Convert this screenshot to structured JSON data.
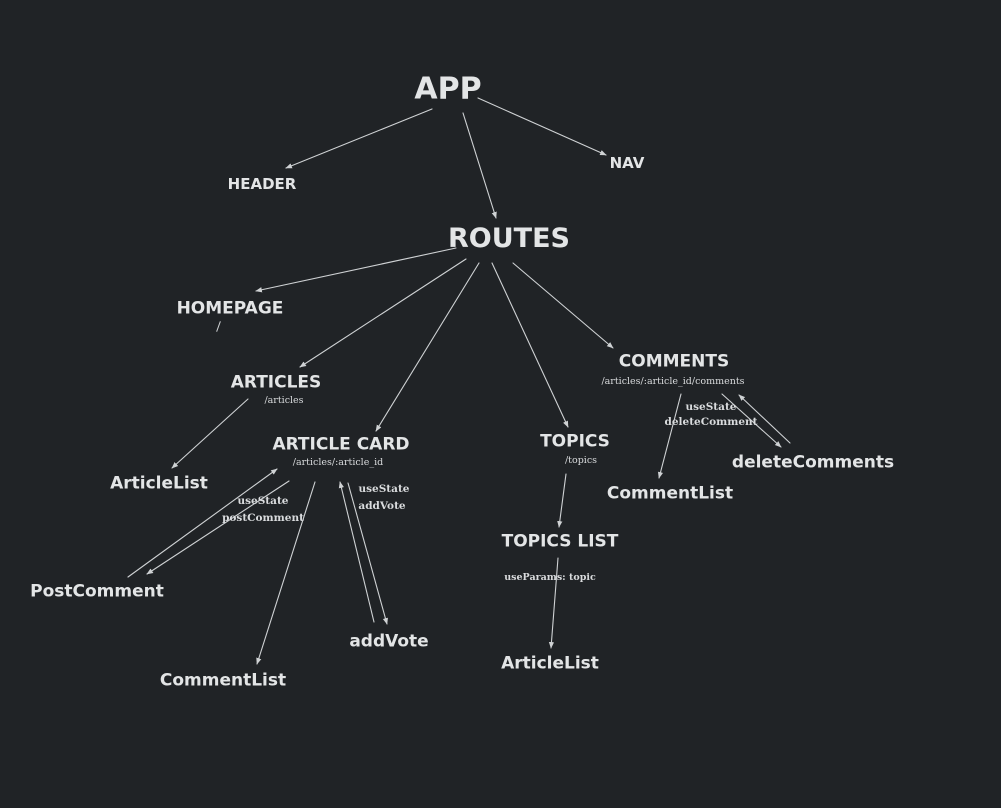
{
  "nodes": {
    "app": "APP",
    "header": "HEADER",
    "nav": "NAV",
    "routes": "ROUTES",
    "homepage": "HOMEPAGE",
    "articles": "ARTICLES",
    "articles_path": "/articles",
    "article_card": "ARTICLE CARD",
    "article_card_path": "/articles/:article_id",
    "topics": "TOPICS",
    "topics_path": "/topics",
    "comments": "COMMENTS",
    "comments_path": "/articles/:article_id/comments",
    "article_list_1": "ArticleList",
    "post_comment": "PostComment",
    "comment_list_1": "CommentList",
    "add_vote": "addVote",
    "topics_list": "TOPICS LIST",
    "article_list_2": "ArticleList",
    "comment_list_2": "CommentList",
    "delete_comments": "deleteComments"
  },
  "annotations": {
    "post_comment_state": "useState",
    "post_comment_fn": "postComment",
    "vote_state": "useState",
    "vote_fn": "addVote",
    "topics_params": "useParams: topic",
    "delete_state": "useState",
    "delete_fn": "deleteComment"
  }
}
